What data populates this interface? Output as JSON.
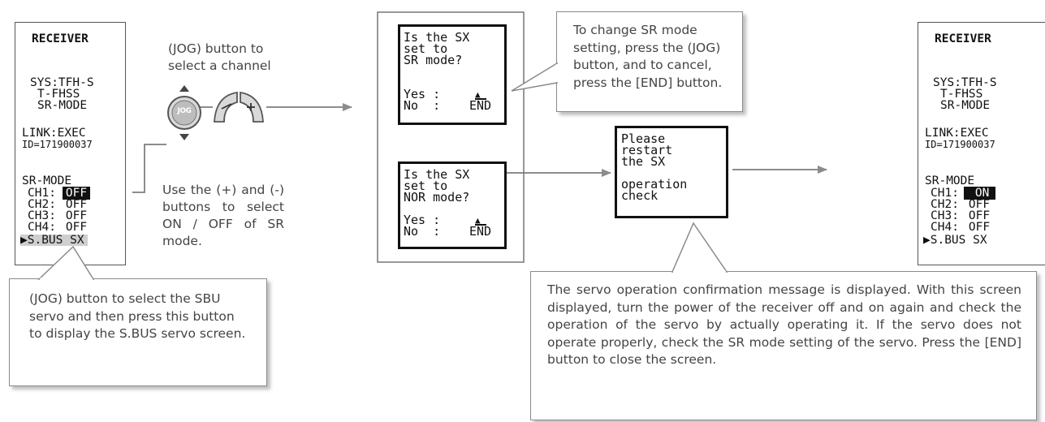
{
  "receiver_screen_left": {
    "title": "RECEIVER",
    "sys_line": "SYS:TFH-S",
    "sys_sub1": "T-FHSS",
    "sys_sub2": "SR-MODE",
    "link": "LINK:EXEC",
    "id": "ID=171900037",
    "sr_mode": "SR-MODE",
    "channels": [
      {
        "label": "CH1:",
        "value": "OFF"
      },
      {
        "label": "CH2:",
        "value": "OFF"
      },
      {
        "label": "CH3:",
        "value": "OFF"
      },
      {
        "label": "CH4:",
        "value": "OFF"
      }
    ],
    "sbus": "S.BUS SX"
  },
  "jog_instruction": "(JOG) button to select a channel",
  "jog_label": "JOG",
  "plusminus_instruction": "Use the (+) and (-) buttons to select ON / OFF of SR mode.",
  "callout_sbus": "(JOG) button to select the SBU servo and then press this button to display the S.BUS servo screen.",
  "confirm_sr": {
    "line1": "Is the SX",
    "line2": "set to",
    "line3": "SR mode?",
    "yes": "Yes :",
    "no": "No  :",
    "end": "END"
  },
  "confirm_nor": {
    "line1": "Is the SX",
    "line2": "set to",
    "line3": "NOR mode?",
    "yes": "Yes :",
    "no": "No  :",
    "end": "END"
  },
  "callout_change": "To change SR mode setting, press the (JOG) button, and to cancel, press the [END] button.",
  "restart_screen": {
    "line1": "Please",
    "line2": "restart",
    "line3": "the SX",
    "line4": "operation",
    "line5": "check"
  },
  "callout_confirm": "The servo operation confirmation message is displayed. With this screen displayed, turn the power of the receiver off and on again and check the operation of the servo by actually operating it. If the servo does not operate properly, check the SR mode setting of the servo. Press the [END] button to close the screen.",
  "receiver_screen_right": {
    "title": "RECEIVER",
    "sys_line": "SYS:TFH-S",
    "sys_sub1": "T-FHSS",
    "sys_sub2": "SR-MODE",
    "link": "LINK:EXEC",
    "id": "ID=171900037",
    "sr_mode": "SR-MODE",
    "channels": [
      {
        "label": "CH1:",
        "value": "ON"
      },
      {
        "label": "CH2:",
        "value": "OFF"
      },
      {
        "label": "CH3:",
        "value": "OFF"
      },
      {
        "label": "CH4:",
        "value": "OFF"
      }
    ],
    "sbus": "S.BUS SX"
  },
  "colors": {
    "arrow": "#8c8c8c",
    "border": "#555555",
    "lcd_text": "#111111"
  }
}
